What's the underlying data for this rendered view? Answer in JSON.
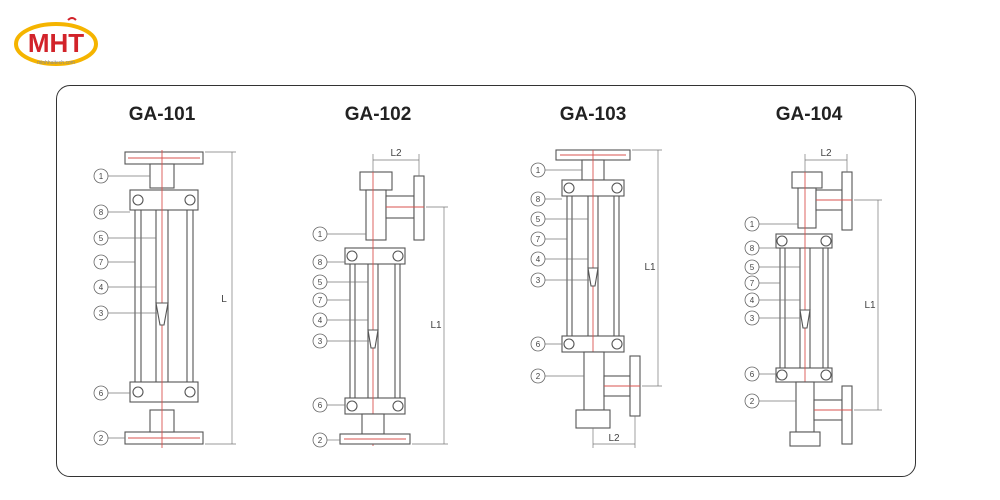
{
  "brand": {
    "logo_text": "MHT",
    "logo_small": "minhhaitech.com"
  },
  "diagrams": [
    {
      "model": "GA-101",
      "dimension_labels": [
        "L"
      ],
      "part_numbers": [
        "1",
        "8",
        "5",
        "7",
        "4",
        "3",
        "6",
        "2"
      ]
    },
    {
      "model": "GA-102",
      "dimension_labels": [
        "L2",
        "L1"
      ],
      "part_numbers": [
        "1",
        "8",
        "5",
        "7",
        "4",
        "3",
        "6",
        "2"
      ]
    },
    {
      "model": "GA-103",
      "dimension_labels": [
        "L1",
        "L2"
      ],
      "part_numbers": [
        "1",
        "8",
        "5",
        "7",
        "4",
        "3",
        "6",
        "2"
      ]
    },
    {
      "model": "GA-104",
      "dimension_labels": [
        "L2",
        "L1"
      ],
      "part_numbers": [
        "1",
        "8",
        "5",
        "7",
        "4",
        "3",
        "6",
        "2"
      ]
    }
  ],
  "colors": {
    "outline": "#555555",
    "centerline": "#d9534f",
    "logo_yellow": "#f5b400",
    "logo_red": "#d2232a"
  }
}
